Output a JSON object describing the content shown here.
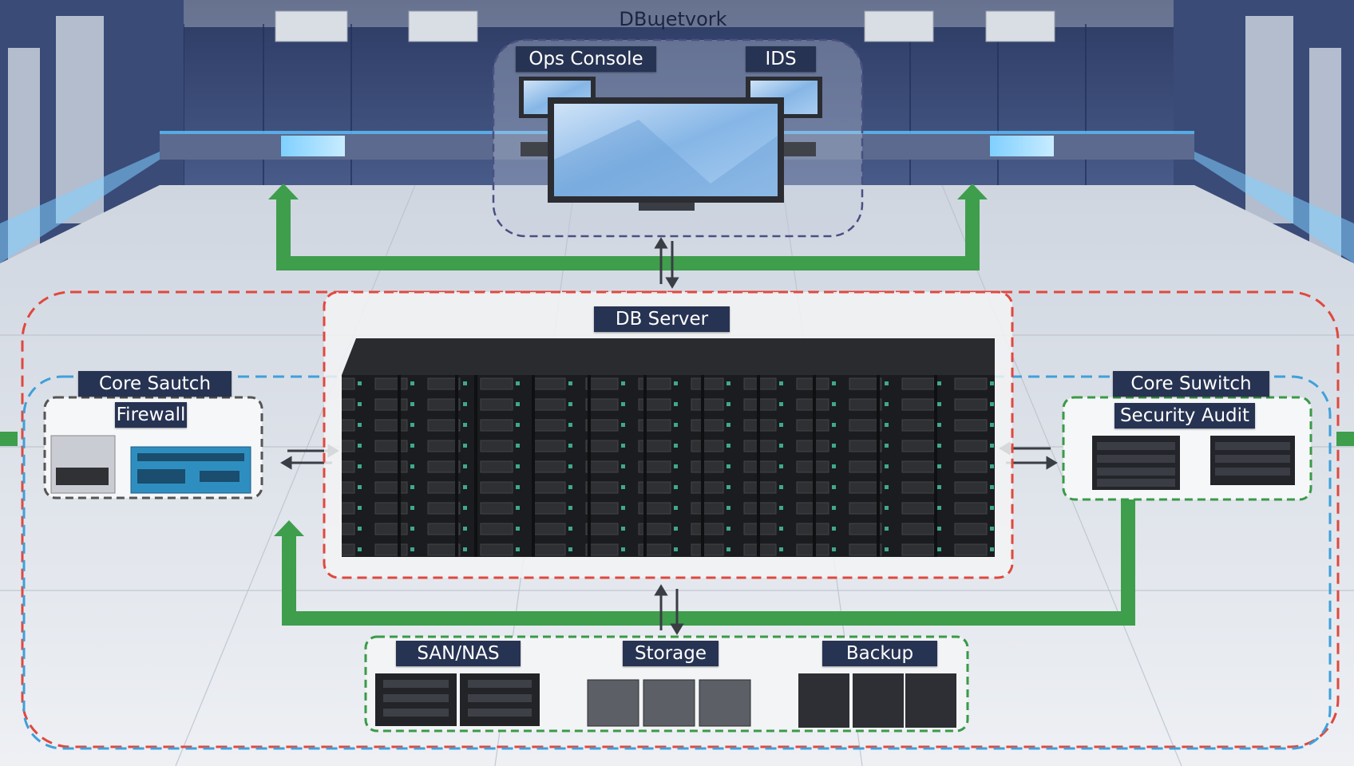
{
  "diagram": {
    "title": "DBɰetvork",
    "zones": {
      "ops": {
        "label_left": "Ops Console",
        "label_right": "IDS"
      },
      "db": {
        "label": "DB Server"
      },
      "left": {
        "label_top": "Core Sautch",
        "label_sub": "Firewall"
      },
      "right": {
        "label_top": "Core Suwitch",
        "label_sub": "Security  Audit"
      },
      "storage": {
        "label_a": "SAN/NAS",
        "label_b": "Storage",
        "label_c": "Backup"
      }
    }
  },
  "colors": {
    "zone_ops_border": "#4a5080",
    "zone_db_border": "#e0483e",
    "zone_left_border": "#555555",
    "zone_right_border": "#3a9a48",
    "zone_storage_border": "#3a9a48",
    "outer_red_border": "#e0483e",
    "outer_blue_border": "#3fa0da",
    "flow_arrow": "#3e9e4c",
    "label_bg": "#273352"
  }
}
